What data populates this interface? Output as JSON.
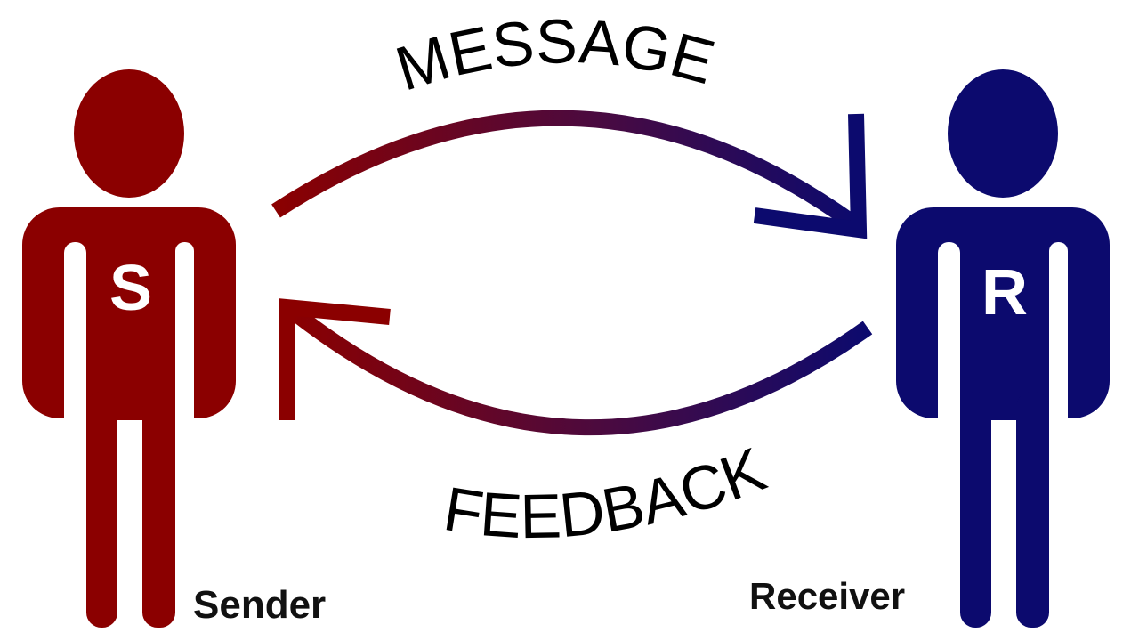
{
  "diagram": {
    "message_label": "MESSAGE",
    "feedback_label": "FEEDBACK",
    "sender": {
      "initial": "S",
      "label": "Sender",
      "color": "#8b0000"
    },
    "receiver": {
      "initial": "R",
      "label": "Receiver",
      "color": "#0c0a6e"
    }
  }
}
